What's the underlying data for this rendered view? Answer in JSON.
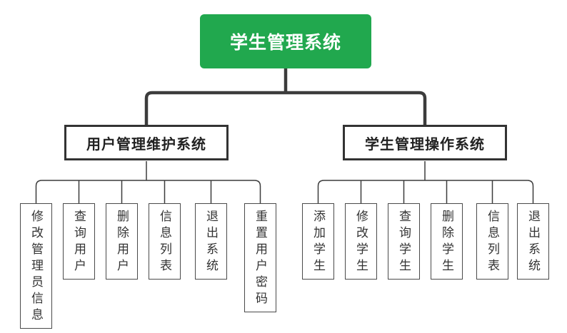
{
  "diagram": {
    "title": "学生管理系统",
    "root": {
      "label": "学生管理系统"
    },
    "groups": [
      {
        "label": "用户管理维护系统",
        "leaves": [
          "修改管理员信息",
          "查询用户",
          "删除用户",
          "信息列表",
          "退出系统",
          "重置用户密码"
        ]
      },
      {
        "label": "学生管理操作系统",
        "leaves": [
          "添加学生",
          "修改学生",
          "查询学生",
          "删除学生",
          "信息列表",
          "退出系统"
        ]
      }
    ],
    "colors": {
      "root_background": "#21a84e",
      "root_text": "#ffffff",
      "branch_border": "#333333",
      "leaf_border": "#4a4a4a",
      "connector_line": "#3c3c3c",
      "text": "#333333",
      "page_background": "#ffffff"
    }
  }
}
